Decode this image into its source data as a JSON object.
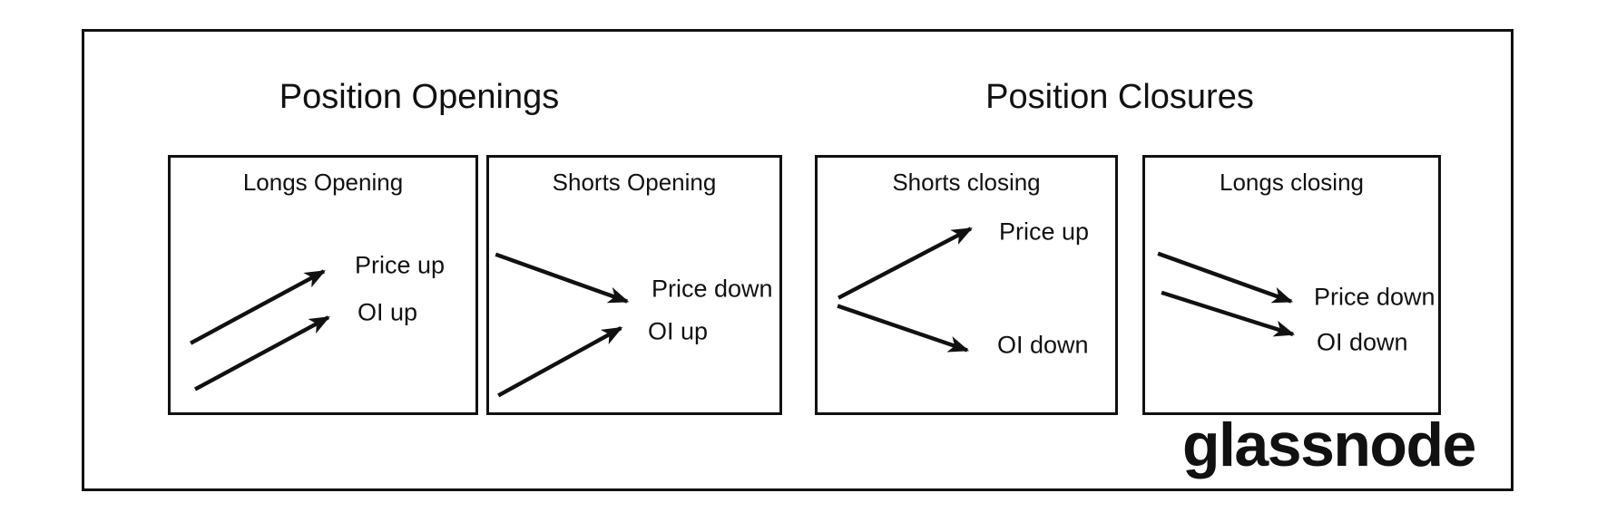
{
  "page": {
    "background_color": "#ffffff",
    "line_color": "#111111",
    "text_color": "#111111"
  },
  "sections": [
    {
      "title": "Position Openings"
    },
    {
      "title": "Position Closures"
    }
  ],
  "panels": [
    {
      "title": "Longs Opening",
      "section": "Position Openings",
      "arrows": [
        {
          "direction": "up-right",
          "label": "Price up"
        },
        {
          "direction": "up-right",
          "label": "OI up"
        }
      ]
    },
    {
      "title": "Shorts Opening",
      "section": "Position Openings",
      "arrows": [
        {
          "direction": "down-right",
          "label": "Price down"
        },
        {
          "direction": "up-right",
          "label": "OI up"
        }
      ]
    },
    {
      "title": "Shorts closing",
      "section": "Position Closures",
      "arrows": [
        {
          "direction": "up-right",
          "label": "Price up"
        },
        {
          "direction": "down-right",
          "label": "OI down"
        }
      ]
    },
    {
      "title": "Longs closing",
      "section": "Position Closures",
      "arrows": [
        {
          "direction": "down-right",
          "label": "Price down"
        },
        {
          "direction": "down-right",
          "label": "OI down"
        }
      ]
    }
  ],
  "branding": {
    "logo_text": "glassnode"
  }
}
